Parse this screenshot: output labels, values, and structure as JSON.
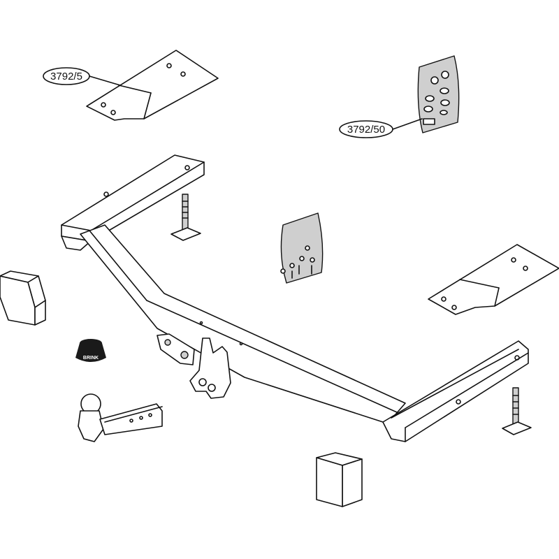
{
  "callouts": {
    "plate_top": "3792/5",
    "bolt_kit": "3792/50"
  },
  "parts": {
    "socket_brand": "BRINK"
  },
  "colors": {
    "line": "#111111",
    "background": "#ffffff",
    "shade": "#cfcfcf"
  }
}
